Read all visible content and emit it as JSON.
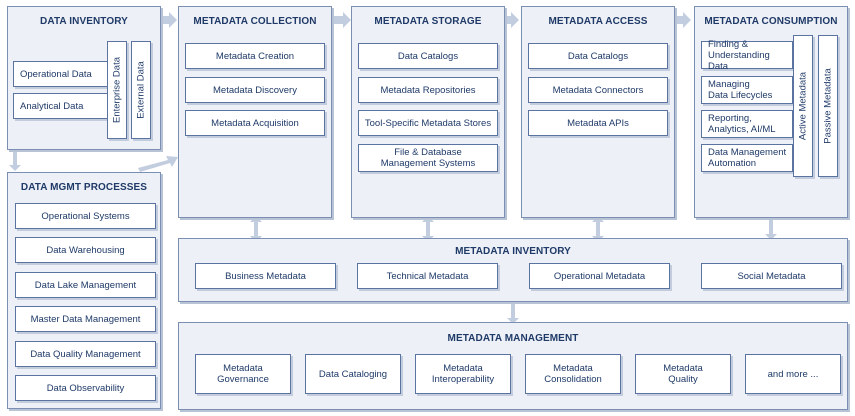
{
  "data_inventory": {
    "title": "DATA INVENTORY",
    "items": [
      "Operational Data",
      "Analytical Data"
    ],
    "vertical": [
      "Enterprise Data",
      "External Data"
    ]
  },
  "mgmt_processes": {
    "title": "DATA MGMT PROCESSES",
    "items": [
      "Operational Systems",
      "Data Warehousing",
      "Data Lake Management",
      "Master Data Management",
      "Data Quality Management",
      "Data Observability"
    ]
  },
  "collection": {
    "title": "METADATA COLLECTION",
    "items": [
      "Metadata Creation",
      "Metadata Discovery",
      "Metadata Acquisition"
    ]
  },
  "storage": {
    "title": "METADATA STORAGE",
    "items": [
      "Data Catalogs",
      "Metadata Repositories",
      "Tool-Specific Metadata Stores",
      "File & Database\nManagement Systems"
    ]
  },
  "access": {
    "title": "METADATA ACCESS",
    "items": [
      "Data Catalogs",
      "Metadata Connectors",
      "Metadata APIs"
    ]
  },
  "consumption": {
    "title": "METADATA CONSUMPTION",
    "items": [
      "Finding  &\nUnderstanding Data",
      "Managing\nData Lifecycles",
      "Reporting,\nAnalytics, AI/ML",
      "Data Management\nAutomation"
    ],
    "vertical": [
      "Active Metadata",
      "Passive Metadata"
    ]
  },
  "inventory": {
    "title": "METADATA INVENTORY",
    "items": [
      "Business Metadata",
      "Technical Metadata",
      "Operational Metadata",
      "Social Metadata"
    ]
  },
  "management": {
    "title": "METADATA MANAGEMENT",
    "items": [
      "Metadata\nGovernance",
      "Data Cataloging",
      "Metadata\nInteroperability",
      "Metadata\nConsolidation",
      "Metadata\nQuality",
      "and more ..."
    ]
  }
}
